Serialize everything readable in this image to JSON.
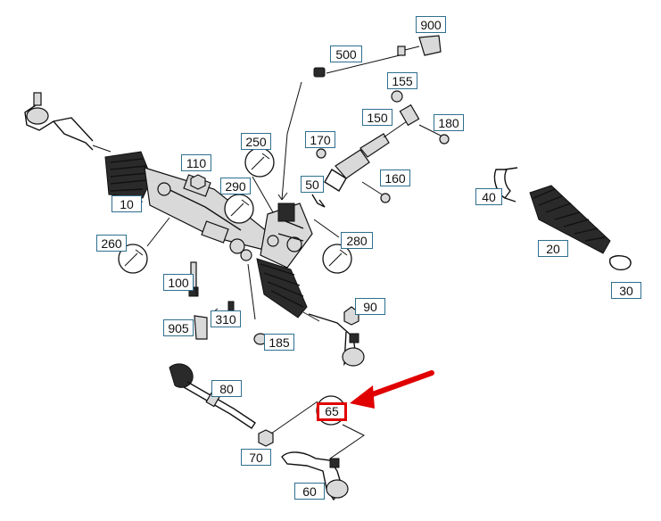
{
  "diagram": {
    "callouts": [
      {
        "id": "900",
        "label": "900"
      },
      {
        "id": "500",
        "label": "500"
      },
      {
        "id": "155",
        "label": "155"
      },
      {
        "id": "150",
        "label": "150"
      },
      {
        "id": "180",
        "label": "180"
      },
      {
        "id": "250",
        "label": "250"
      },
      {
        "id": "170",
        "label": "170"
      },
      {
        "id": "110",
        "label": "110"
      },
      {
        "id": "290",
        "label": "290"
      },
      {
        "id": "50",
        "label": "50"
      },
      {
        "id": "160",
        "label": "160"
      },
      {
        "id": "10",
        "label": "10"
      },
      {
        "id": "40",
        "label": "40"
      },
      {
        "id": "260",
        "label": "260"
      },
      {
        "id": "280",
        "label": "280"
      },
      {
        "id": "20",
        "label": "20"
      },
      {
        "id": "100",
        "label": "100"
      },
      {
        "id": "90",
        "label": "90"
      },
      {
        "id": "30",
        "label": "30"
      },
      {
        "id": "905",
        "label": "905"
      },
      {
        "id": "310",
        "label": "310"
      },
      {
        "id": "185",
        "label": "185"
      },
      {
        "id": "80",
        "label": "80"
      },
      {
        "id": "65",
        "label": "65",
        "highlighted": true
      },
      {
        "id": "70",
        "label": "70"
      },
      {
        "id": "60",
        "label": "60"
      }
    ],
    "highlight_color": "#e00000",
    "callout_border_color": "#2f6f8f"
  }
}
